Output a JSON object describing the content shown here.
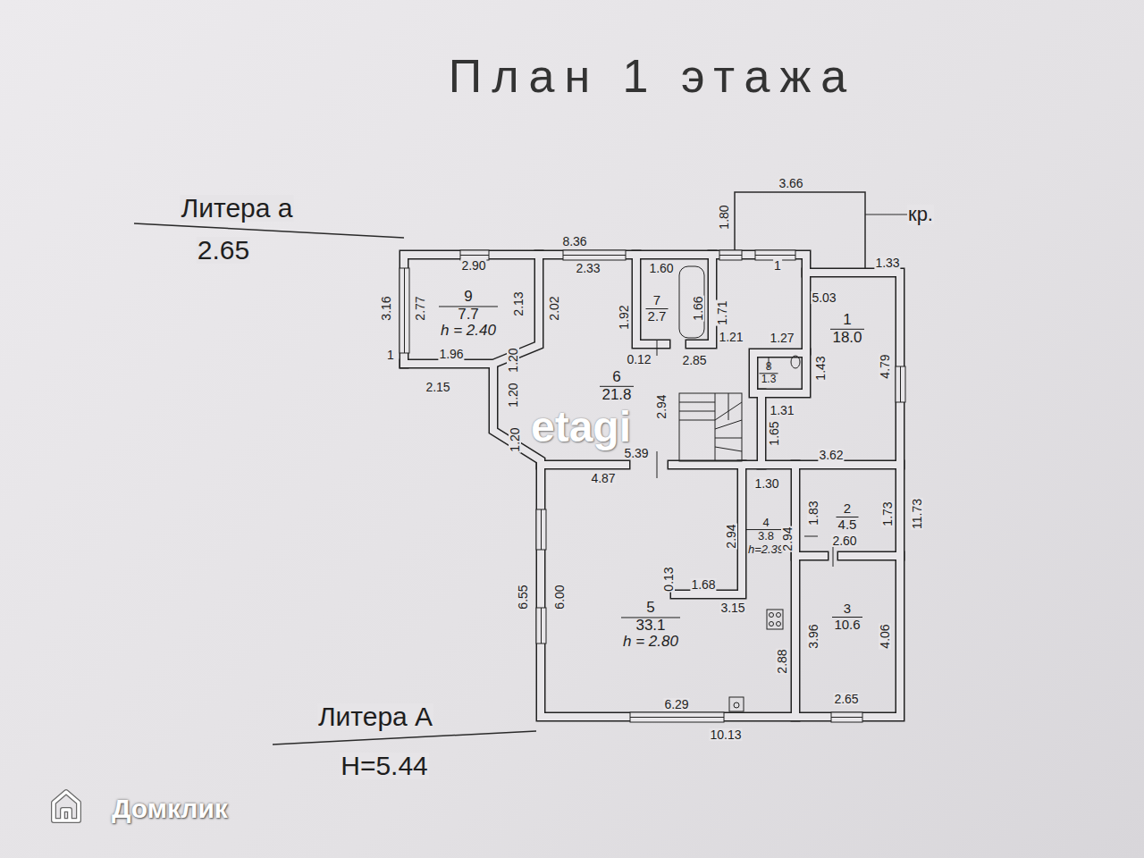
{
  "diagram": {
    "title": "План 1 этажа",
    "nodes": [
      {
        "text": [
          "9",
          "7.7",
          "h = 2.40"
        ]
      },
      {
        "text": [
          "7",
          "2.7"
        ]
      },
      {
        "text": [
          "1",
          "18.0"
        ]
      },
      {
        "text": [
          "8",
          "1.3"
        ]
      },
      {
        "text": [
          "6",
          "21.8"
        ]
      },
      {
        "text": [
          "4",
          "3.8",
          "h=2.39"
        ]
      },
      {
        "text": [
          "2",
          "4.5"
        ]
      },
      {
        "text": [
          "5",
          "33.1",
          "h = 2.80"
        ]
      },
      {
        "text": [
          "3",
          "10.6"
        ]
      }
    ],
    "labels": [
      "Литера а",
      "2.65",
      "Литера А",
      "H=5.44",
      "кр.",
      "3.66",
      "1.80",
      "8.36",
      "1",
      "1.33",
      "2.90",
      "2.33",
      "1.60",
      "5.03",
      "3.16",
      "2.77",
      "2.13",
      "2.02",
      "1.92",
      "1.66",
      "1.71",
      "1.21",
      "1.27",
      "1",
      "1.96",
      "1.20",
      "0.12",
      "2.85",
      "1.43",
      "4.79",
      "2.15",
      "1.20",
      "2.94",
      "1.31",
      "1.20",
      "1.65",
      "5.39",
      "3.62",
      "11.73",
      "4.87",
      "1.30",
      "1.83",
      "1.73",
      "2.94",
      "2.94",
      "2.60",
      "6.55",
      "6.00",
      "0.13",
      "1.68",
      "3.15",
      "3.96",
      "4.06",
      "2.88",
      "2.65",
      "6.29",
      "10.13",
      "etagi",
      "Домклик"
    ]
  }
}
